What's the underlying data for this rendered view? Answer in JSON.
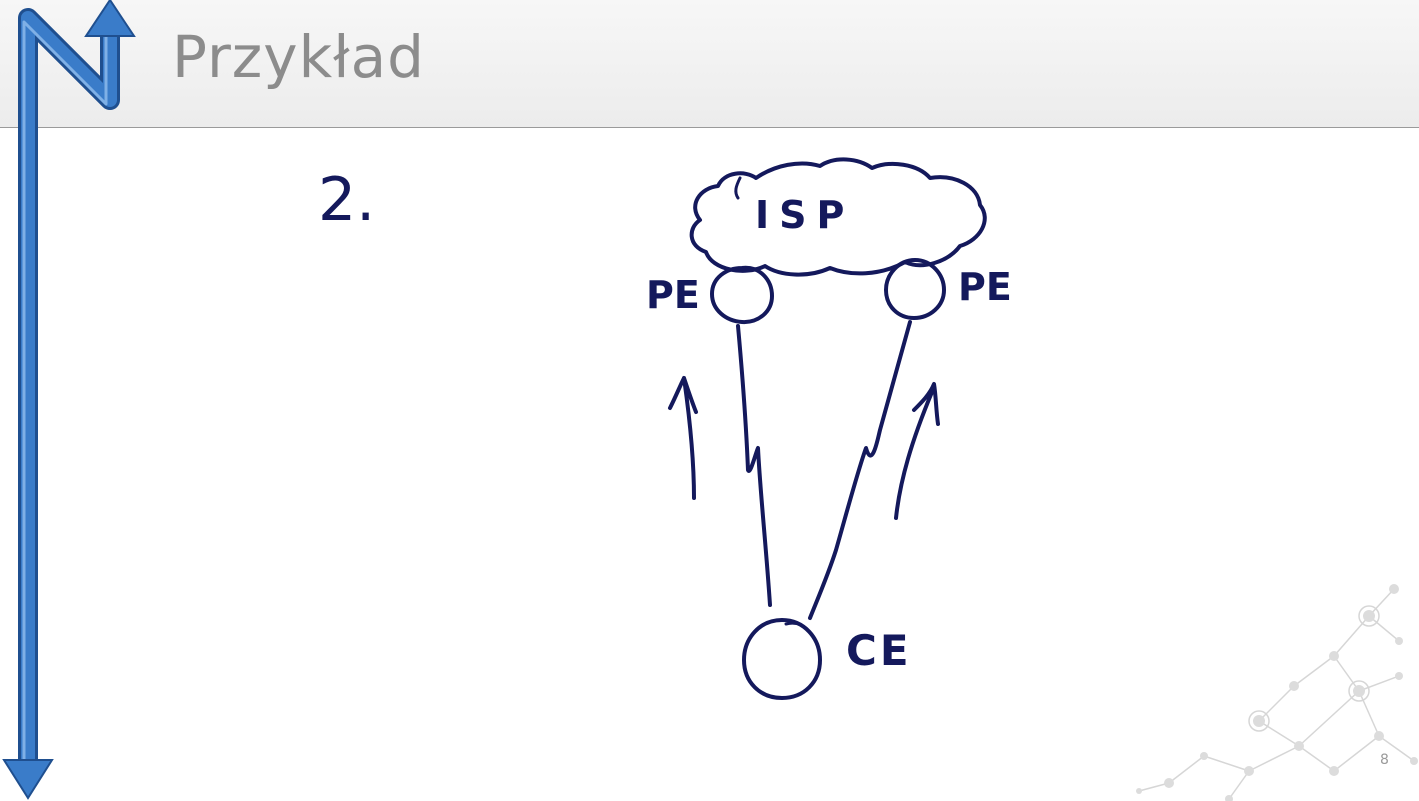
{
  "slide": {
    "title": "Przykład",
    "page_number": "8"
  },
  "diagram": {
    "step_number": "2.",
    "cloud_label": "ISP",
    "pe_left_label": "PE",
    "pe_right_label": "PE",
    "ce_label": "CE"
  },
  "colors": {
    "ink": "#14195c",
    "logo_blue": "#3a7cc9",
    "title_gray": "#8c8c8c",
    "header_bg": "#efefef"
  }
}
